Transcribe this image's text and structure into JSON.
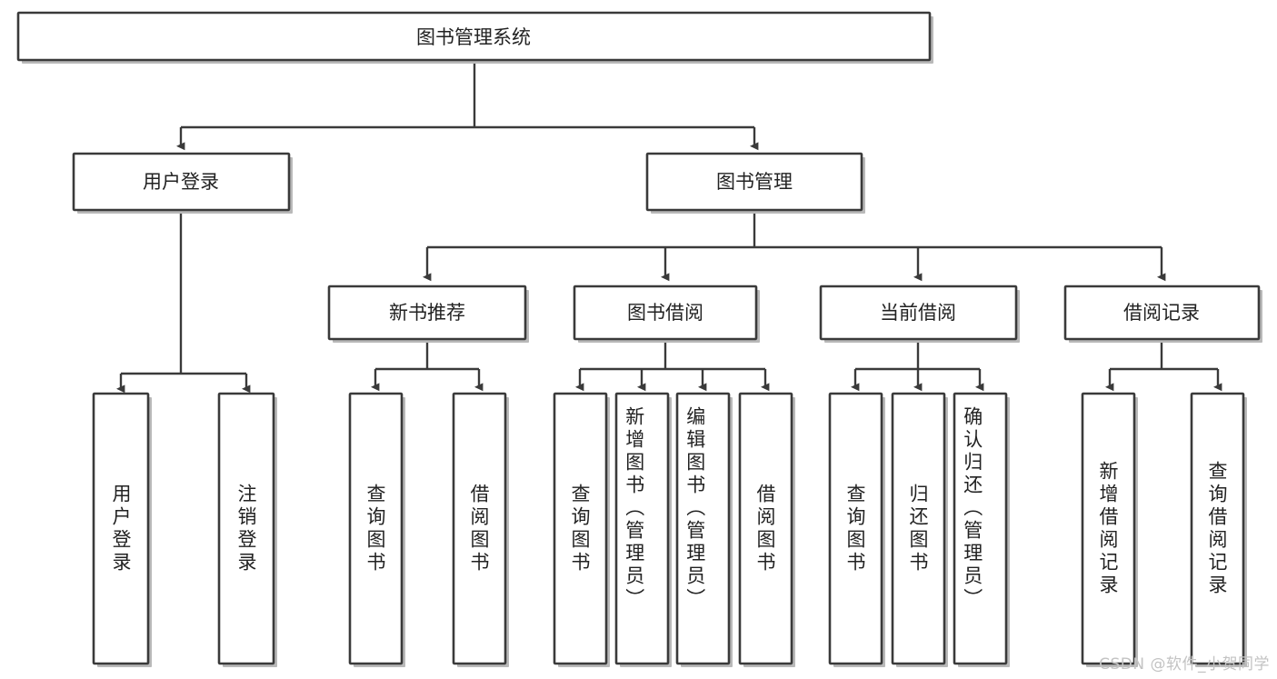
{
  "diagram": {
    "type": "tree",
    "title": "图书管理系统",
    "watermark": "CSDN @软件_小贺同学",
    "colors": {
      "box_stroke": "#3a3a3a",
      "box_fill": "#ffffff",
      "edge": "#3a3a3a",
      "text": "#222222",
      "watermark": "#c3c3c3"
    },
    "nodes": {
      "root": {
        "label": "图书管理系统"
      },
      "level2": [
        {
          "label": "用户登录"
        },
        {
          "label": "图书管理"
        }
      ],
      "level3": [
        {
          "label": "新书推荐"
        },
        {
          "label": "图书借阅"
        },
        {
          "label": "当前借阅"
        },
        {
          "label": "借阅记录"
        }
      ],
      "leaves_user_login": [
        {
          "label": "用户登录"
        },
        {
          "label": "注销登录"
        }
      ],
      "leaves_new_book": [
        {
          "label": "查询图书"
        },
        {
          "label": "借阅图书"
        }
      ],
      "leaves_borrow": [
        {
          "label": "查询图书"
        },
        {
          "label": "新增图书（管理员）"
        },
        {
          "label": "编辑图书（管理员）"
        },
        {
          "label": "借阅图书"
        }
      ],
      "leaves_current": [
        {
          "label": "查询图书"
        },
        {
          "label": "归还图书"
        },
        {
          "label": "确认归还（管理员）"
        }
      ],
      "leaves_records": [
        {
          "label": "新增借阅记录"
        },
        {
          "label": "查询借阅记录"
        }
      ]
    }
  }
}
